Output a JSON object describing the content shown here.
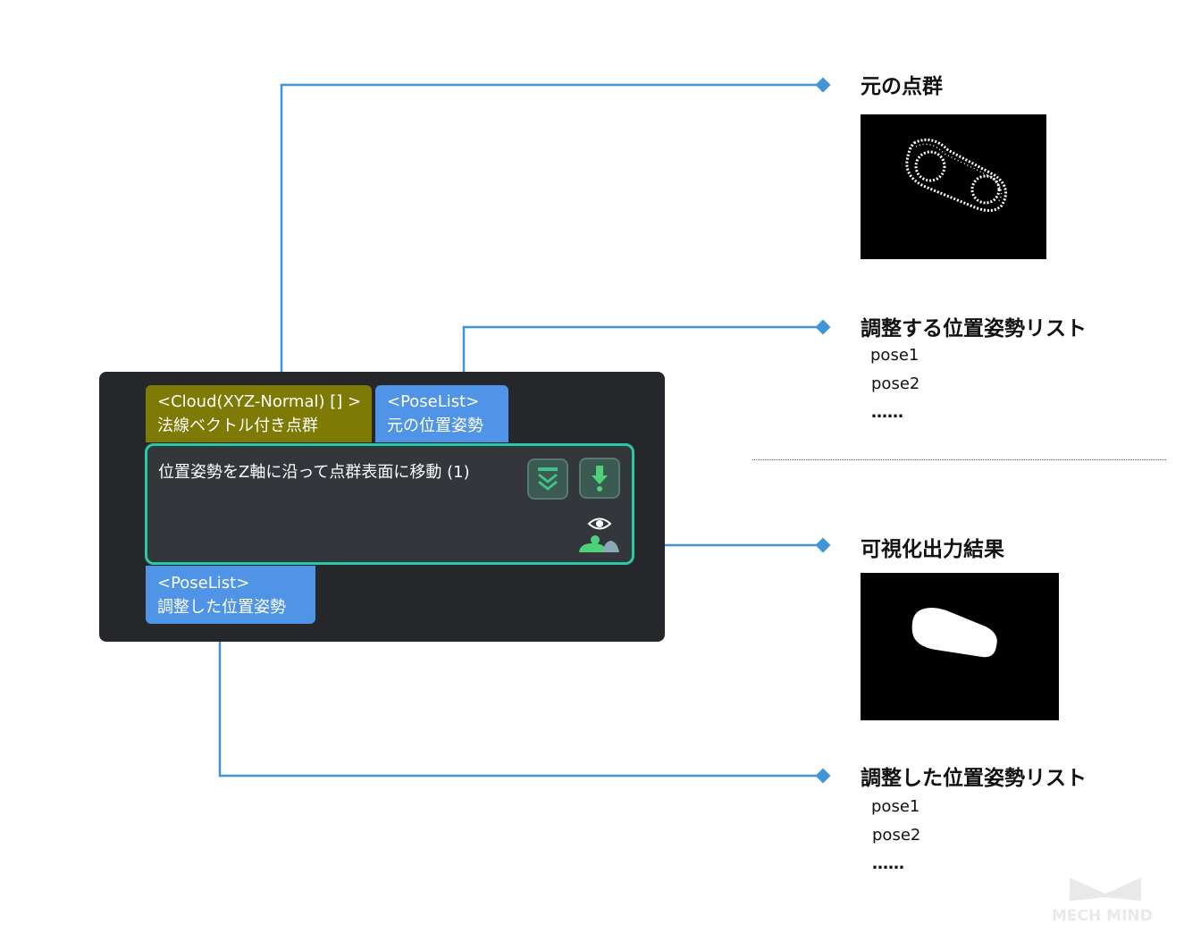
{
  "node": {
    "title": "位置姿勢をZ軸に沿って点群表面に移動 (1)",
    "inputs": [
      {
        "type": "<Cloud(XYZ-Normal) [] >",
        "name": "法線ベクトル付き点群",
        "color": "#7d7a05"
      },
      {
        "type": "<PoseList>",
        "name": "元の位置姿勢",
        "color": "#4f94e6"
      }
    ],
    "output": {
      "type": "<PoseList>",
      "name": "調整した位置姿勢",
      "color": "#4f94e6"
    },
    "border_color": "#29c9a8",
    "icons": [
      "expand-chevron-icon",
      "download-arrow-icon",
      "visualize-eye-icon"
    ]
  },
  "annotations": {
    "original_cloud": {
      "label": "元の点群"
    },
    "poses_to_adjust": {
      "label": "調整する位置姿勢リスト",
      "items": [
        "pose1",
        "pose2",
        "……"
      ]
    },
    "visual_output": {
      "label": "可視化出力結果"
    },
    "adjusted_poses": {
      "label": "調整した位置姿勢リスト",
      "items": [
        "pose1",
        "pose2",
        "……"
      ]
    }
  },
  "connector_color": "#3f95d6",
  "watermark": "MECH MIND"
}
